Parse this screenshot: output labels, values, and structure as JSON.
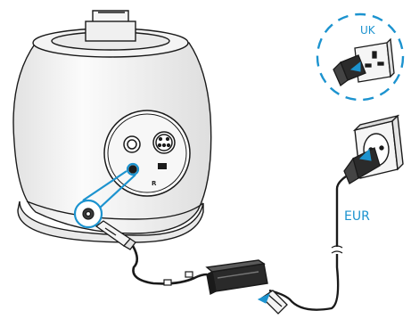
{
  "labels": {
    "uk": "UK",
    "eur": "EUR",
    "rear_r": "R"
  },
  "colors": {
    "outline": "#1a1a1a",
    "body_shade": "#efefef",
    "callout_blue": "#1c93cf",
    "background": "#ffffff"
  }
}
